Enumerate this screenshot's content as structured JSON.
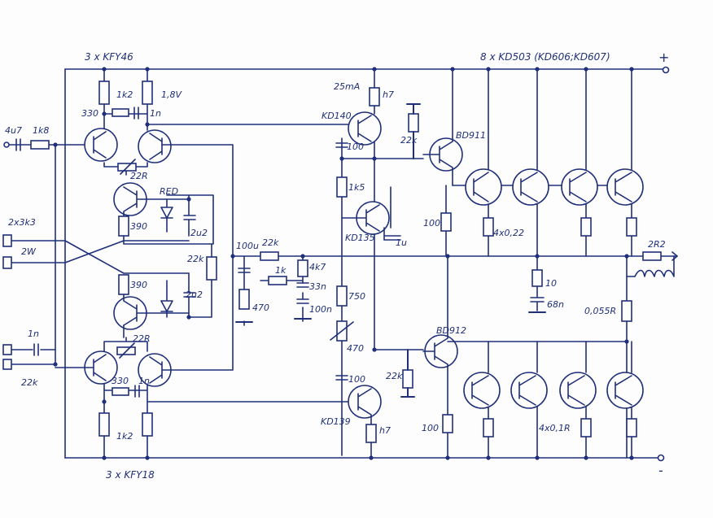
{
  "labels": {
    "kfy46": "3 x KFY46",
    "kd503": "8 x KD503 (KD606;KD607)",
    "plus": "+",
    "minus": "-",
    "r_1k2_top": "1k2",
    "v_18": "1,8V",
    "r_330_top": "330",
    "c_1n_top": "1n",
    "c_4u7": "4u7",
    "r_1k8": "1k8",
    "pot_22r_top": "22R",
    "led_red": "RED",
    "c_2u2_top": "2u2",
    "r_390_top": "390",
    "r_2x3k3": "2x3k3",
    "r_2w": "2W",
    "r_22k_mid": "22k",
    "r_390_bot": "390",
    "c_2u2_bot": "2u2",
    "c_1n_in": "1n",
    "r_22k_in": "22k",
    "pot_22r_bot": "22R",
    "r_330_bot": "330",
    "c_1n_bot": "1n",
    "r_1k2_bot": "1k2",
    "kfy18": "3 x KFY18",
    "c_100u": "100u",
    "r_22k_fb": "22k",
    "r_1k": "1k",
    "r_4k7": "4k7",
    "c_33n": "33n",
    "r_470": "470",
    "c_100n": "100n",
    "i_25ma": "25mA",
    "r_h7_top": "h7",
    "kd140": "KD140",
    "c_100_top": "100",
    "r_22k_top": "22k",
    "bd911": "BD911",
    "r_1k5": "1k5",
    "kd135": "KD135",
    "c_1u": "1u",
    "r_750": "750",
    "pot_470": "470",
    "c_100_bot": "100",
    "kd139": "KD139",
    "r_h7_bot": "h7",
    "r_22k_bot": "22k",
    "bd912": "BD912",
    "r_100_top": "100",
    "r_100_bot": "100",
    "r_4x022": "4x0,22",
    "r_4x01r": "4x0,1R",
    "r_10": "10",
    "c_68n": "68n",
    "r_0055r": "0,055R",
    "r_2r2": "2R2"
  }
}
